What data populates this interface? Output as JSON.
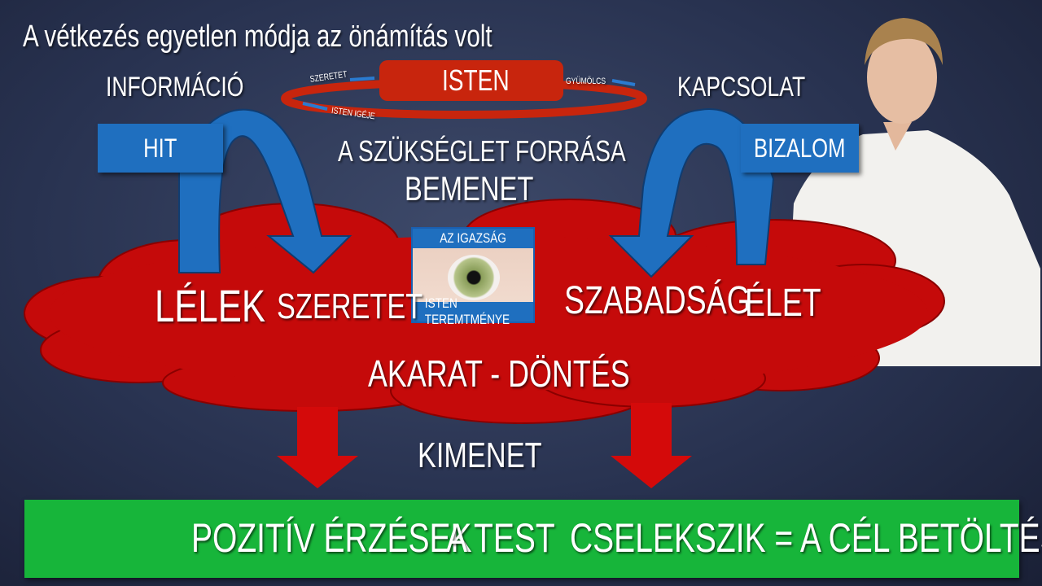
{
  "title": "A vétkezés egyetlen módja az önámítás volt",
  "top": {
    "left": "INFORMÁCIÓ",
    "right": "KAPCSOLAT",
    "center": "ISTEN"
  },
  "ring": {
    "szeretet": "SZERETET",
    "isten_igeje": "ISTEN IGÉJE",
    "gyumolcs": "GYÜMÖLCS"
  },
  "boxes": {
    "hit": "HIT",
    "bizalom": "BIZALOM"
  },
  "middle": {
    "source": "A SZÜKSÉGLET FORRÁSA",
    "input": "BEMENET"
  },
  "eye": {
    "top": "AZ IGAZSÁG",
    "bottom": "ISTEN TEREMTMÉNYE"
  },
  "cloud": {
    "lelek": "LÉLEK",
    "szeretet": "SZERETET",
    "szabadsag": "SZABADSÁG",
    "elet": "ÉLET",
    "akarat": "AKARAT - DÖNTÉS"
  },
  "output": "KIMENET",
  "bar": {
    "a": "POZITÍV ÉRZÉSEK",
    "b": "A TEST",
    "c": "CSELEKSZIK = A CÉL BETÖLTÉSE"
  },
  "colors": {
    "red": "#c80a0a",
    "blue": "#1f6fbf",
    "green": "#17b53a"
  }
}
